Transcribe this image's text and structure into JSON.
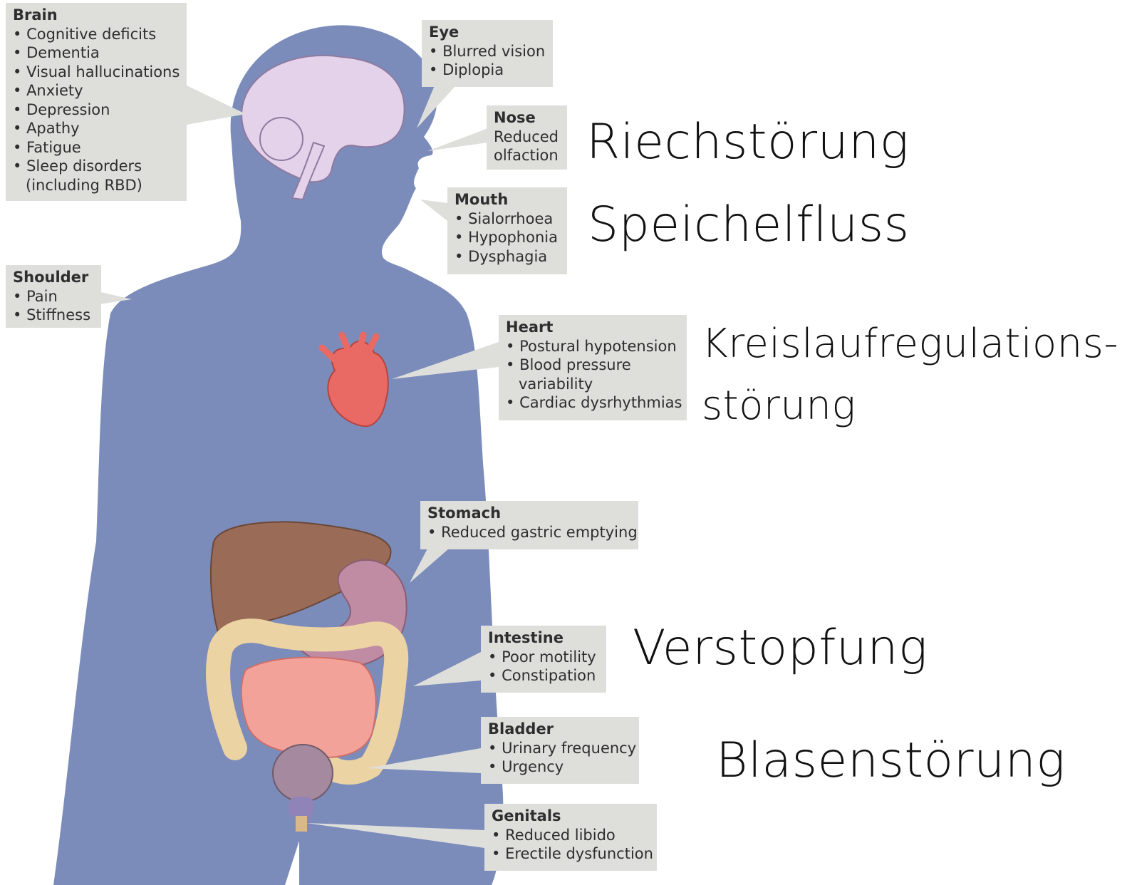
{
  "boxes": {
    "brain": {
      "title": "Brain",
      "items": [
        "Cognitive deficits",
        "Dementia",
        "Visual hallucinations",
        "Anxiety",
        "Depression",
        "Apathy",
        "Fatigue",
        "Sleep disorders",
        "(including RBD)"
      ]
    },
    "eye": {
      "title": "Eye",
      "items": [
        "Blurred vision",
        "Diplopia"
      ]
    },
    "nose": {
      "title": "Nose",
      "lines": [
        "Reduced",
        "olfaction"
      ]
    },
    "mouth": {
      "title": "Mouth",
      "items": [
        "Sialorrhoea",
        "Hypophonia",
        "Dysphagia"
      ]
    },
    "shoulder": {
      "title": "Shoulder",
      "items": [
        "Pain",
        "Stiffness"
      ]
    },
    "heart": {
      "title": "Heart",
      "items": [
        "Postural hypotension",
        "Blood pressure",
        "variability",
        "Cardiac dysrhythmias"
      ]
    },
    "stomach": {
      "title": "Stomach",
      "items": [
        "Reduced gastric emptying"
      ]
    },
    "intestine": {
      "title": "Intestine",
      "items": [
        "Poor motility",
        "Constipation"
      ]
    },
    "bladder": {
      "title": "Bladder",
      "items": [
        "Urinary frequency",
        "Urgency"
      ]
    },
    "genitals": {
      "title": "Genitals",
      "items": [
        "Reduced libido",
        "Erectile dysfunction"
      ]
    }
  },
  "annotations": {
    "riech": "Riechstörung",
    "speichel": "Speichelfluss",
    "kreislauf_line1": "Kreislaufregulations-",
    "kreislauf_line2": "störung",
    "verstopfung": "Verstopfung",
    "blase": "Blasenstörung"
  },
  "colors": {
    "body": "#7b8cbb",
    "box_bg": "#dededb",
    "brain": "#e4d2ea",
    "heart": "#e96a64",
    "liver": "#9a6b57",
    "stomach": "#bf8ca4",
    "small_intestine": "#f3a29a",
    "colon": "#ecd3a3",
    "bladder": "#a4899f"
  }
}
